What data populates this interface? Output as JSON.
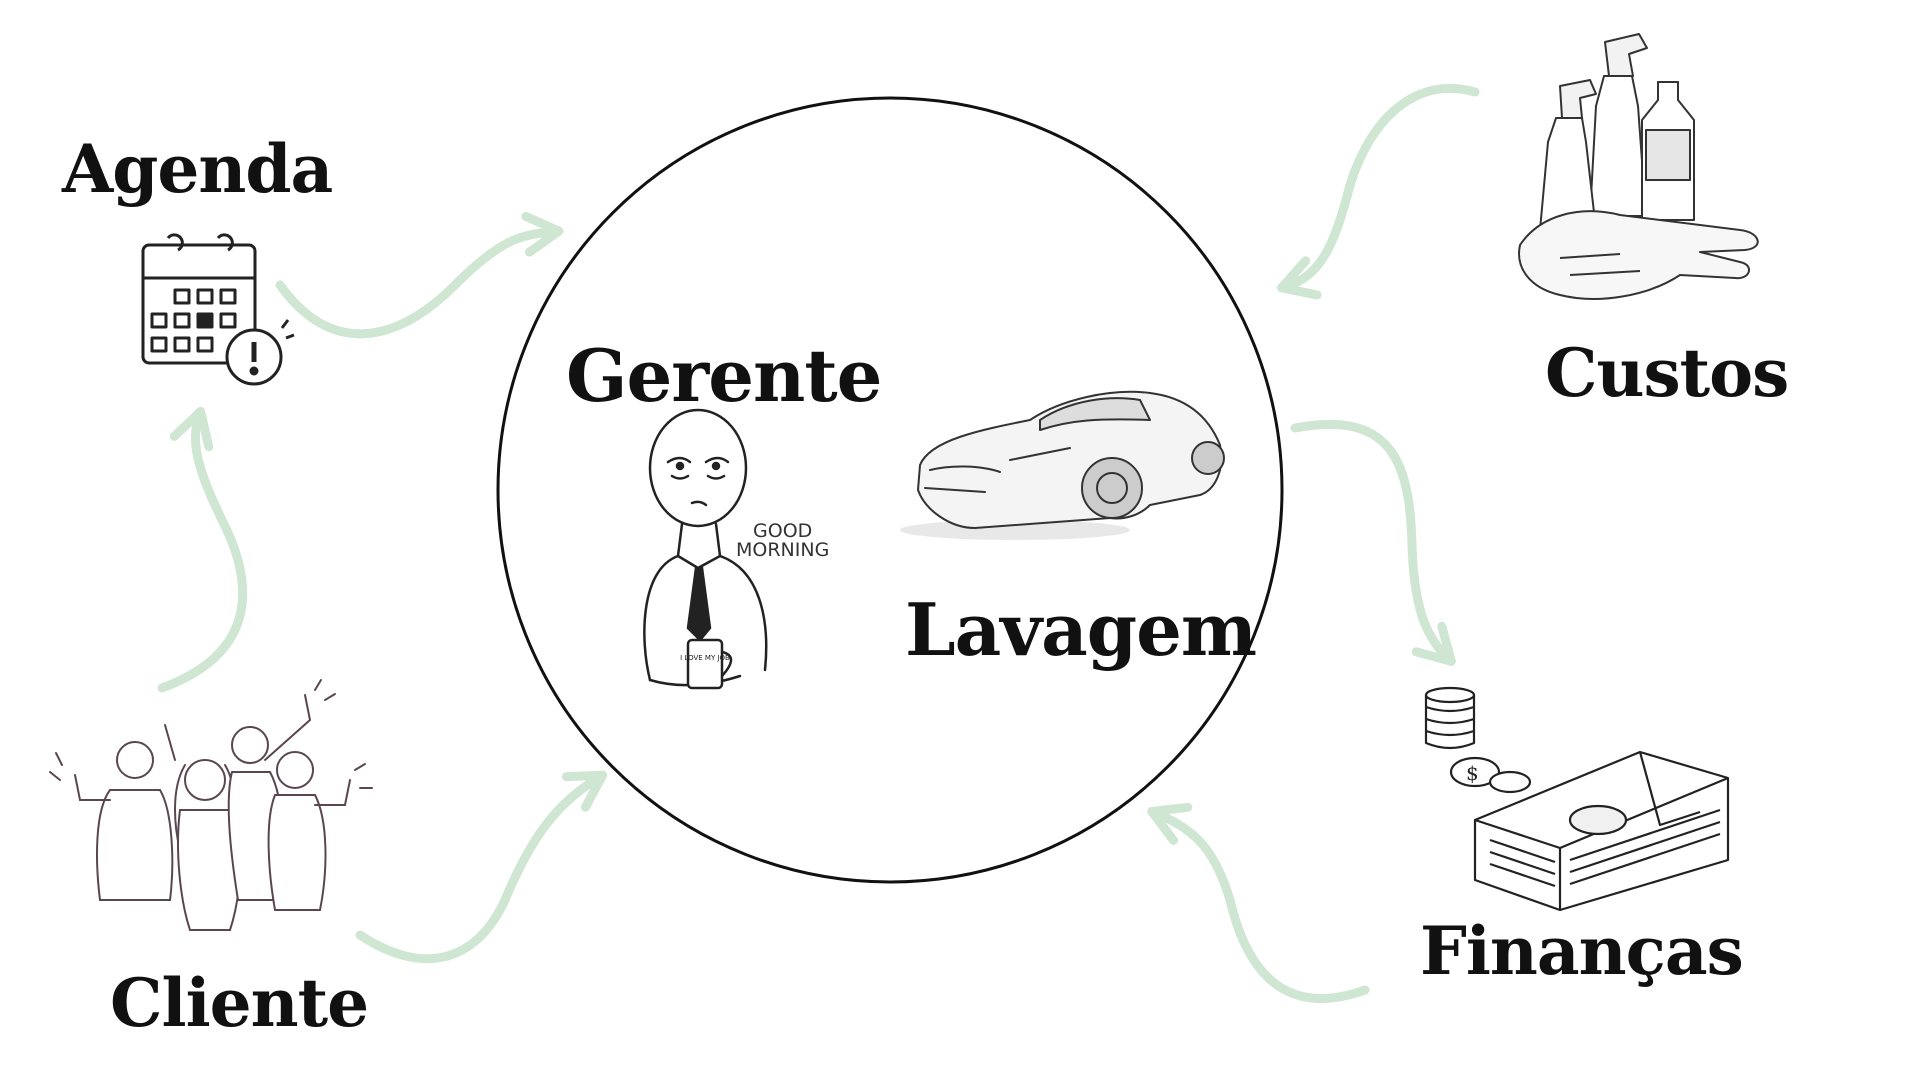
{
  "labels": {
    "agenda": "Agenda",
    "gerente": "Gerente",
    "lavagem": "Lavagem",
    "custos": "Custos",
    "financas": "Finanças",
    "cliente": "Cliente"
  },
  "manager_speech": {
    "line1": "GOOD",
    "line2": "MORNING"
  },
  "mug_text": "I LOVE MY JOB",
  "colors": {
    "arrow": "#cfe6d3",
    "ink": "#111111",
    "circle": "#111111"
  },
  "icons": [
    "calendar-icon",
    "manager-illustration",
    "car-sketch",
    "cleaning-supplies-illustration",
    "money-stack-illustration",
    "people-cheering-illustration"
  ]
}
